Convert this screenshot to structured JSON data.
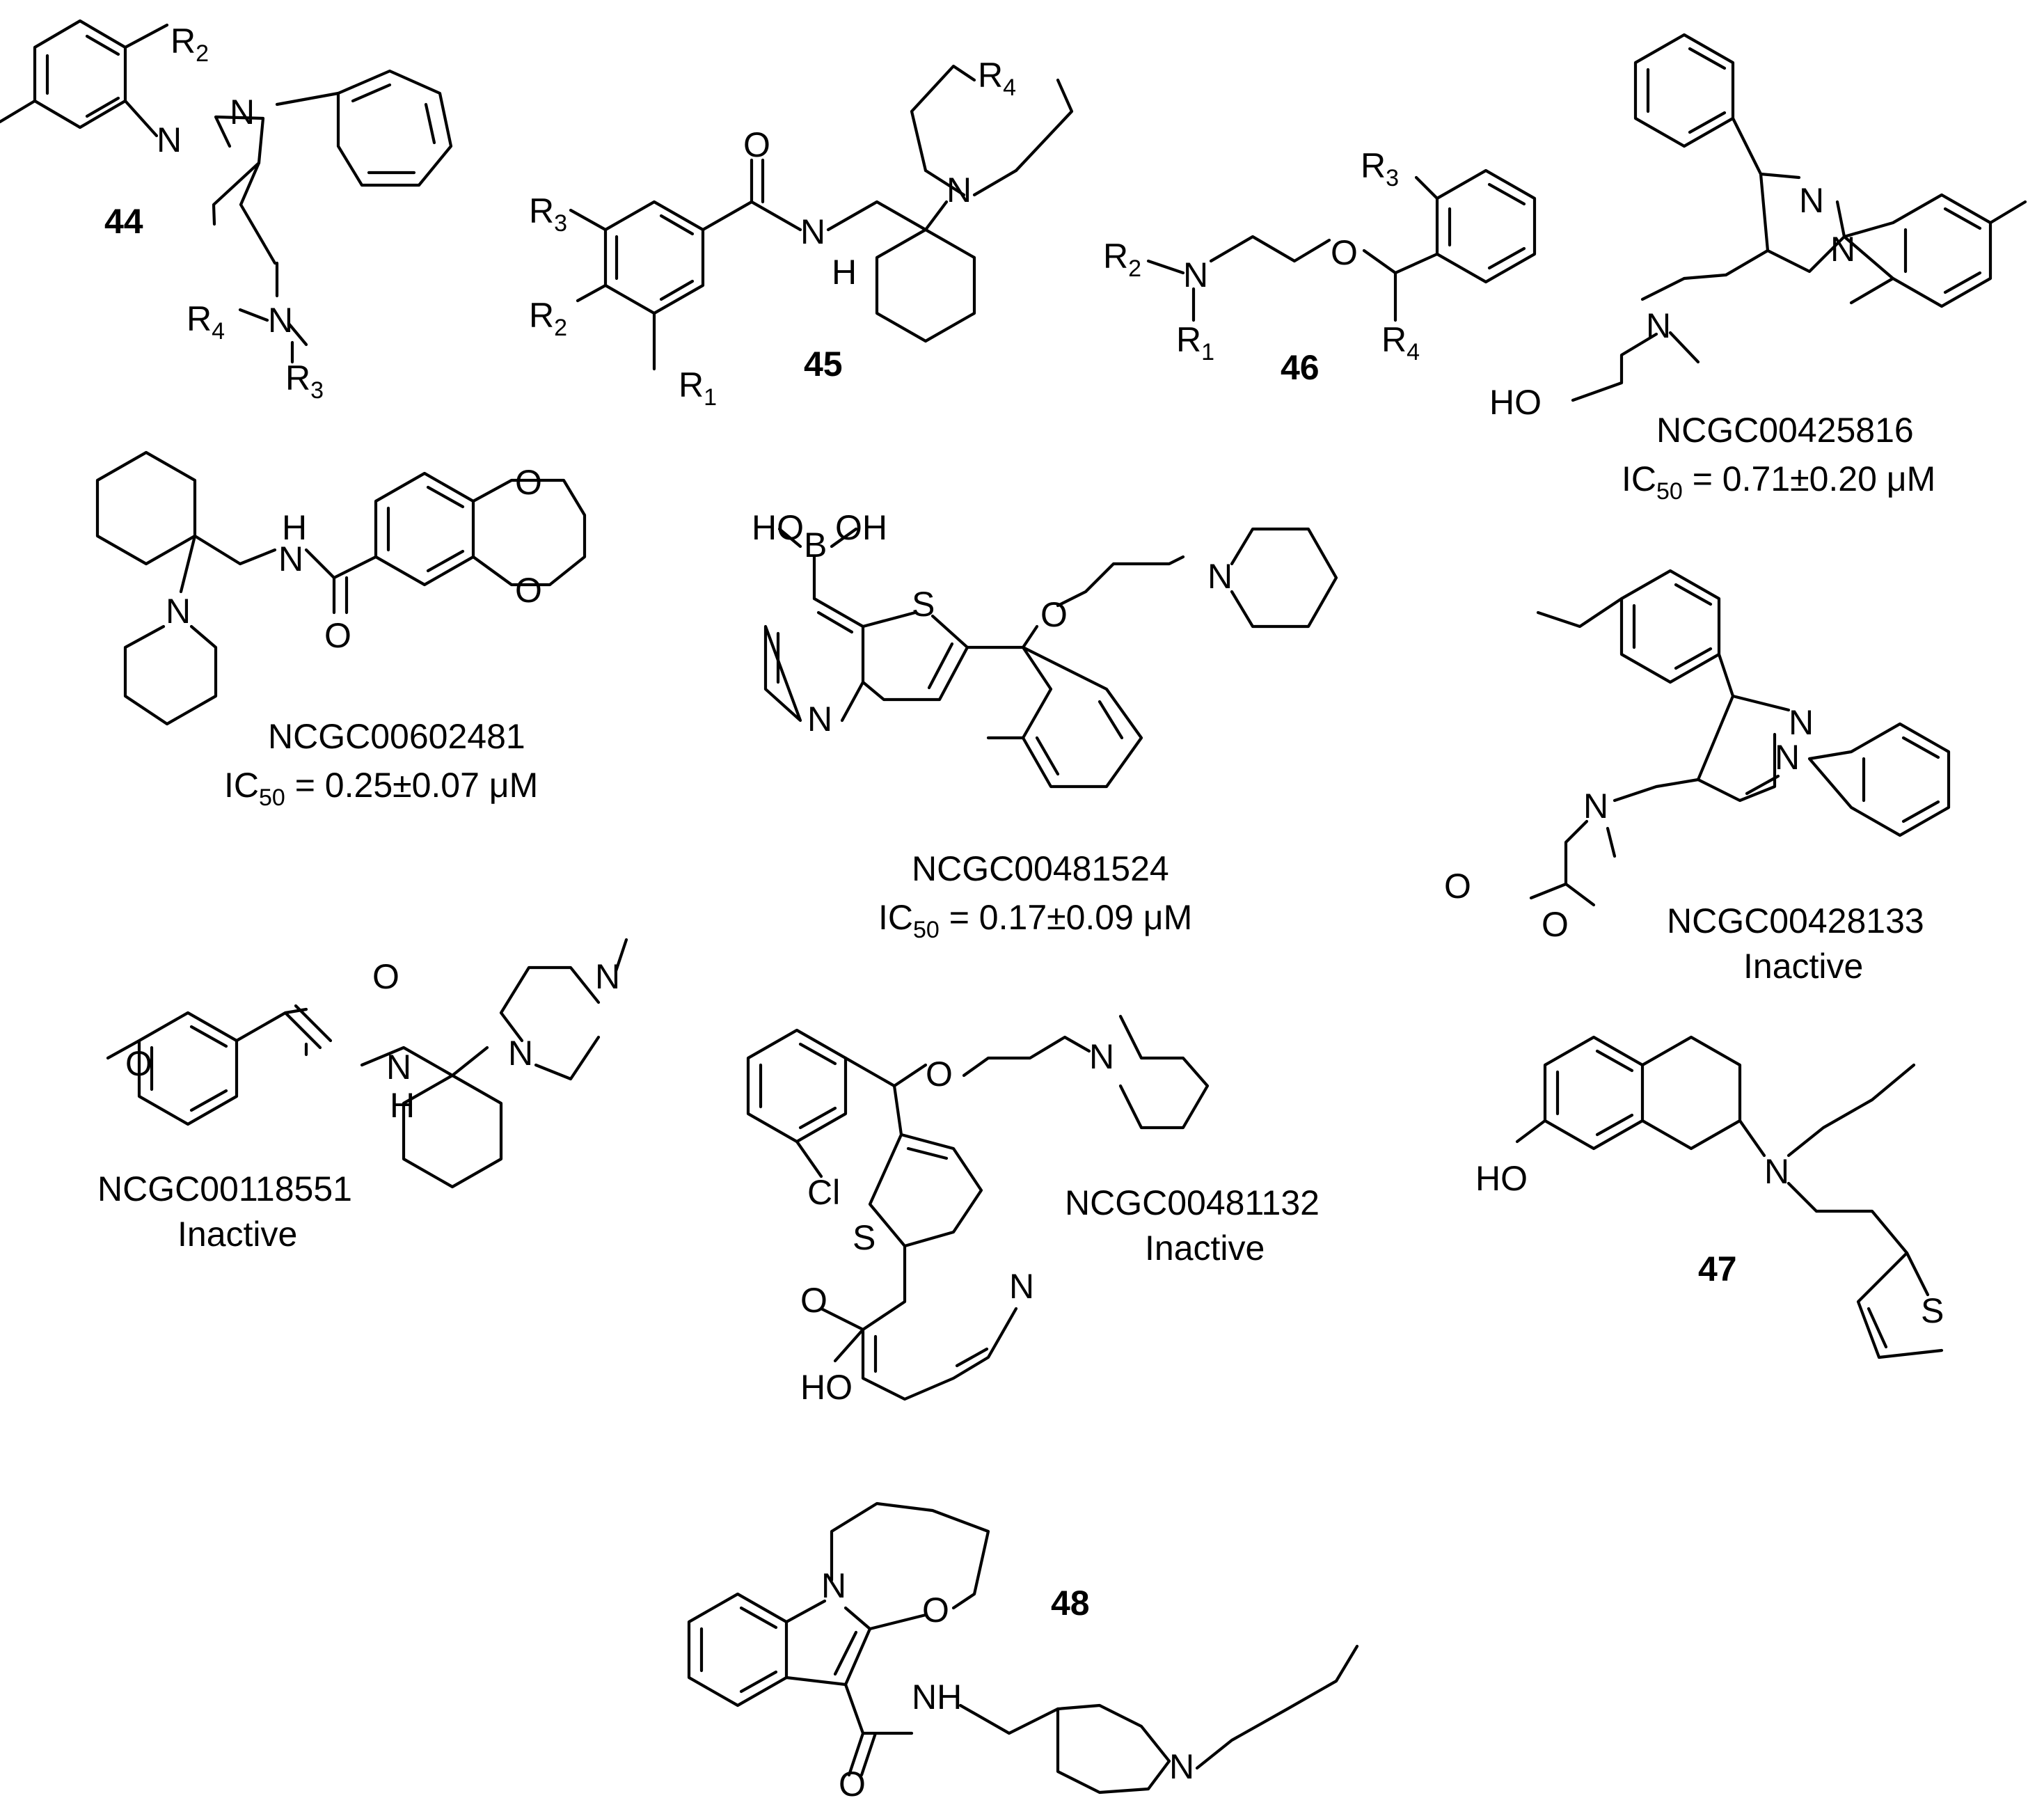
{
  "figure": {
    "compounds": [
      {
        "id": "c44",
        "label": "44"
      },
      {
        "id": "c45",
        "label": "45"
      },
      {
        "id": "c46",
        "label": "46"
      },
      {
        "id": "c425816",
        "name": "NCGC00425816",
        "activity_prefix": "IC",
        "activity_sub": "50",
        "activity_value": " = 0.71±0.20 μM"
      },
      {
        "id": "c602481",
        "name": "NCGC00602481",
        "activity_prefix": "IC",
        "activity_sub": "50",
        "activity_value": " = 0.25±0.07 μM"
      },
      {
        "id": "c481524",
        "name": "NCGC00481524",
        "activity_prefix": "IC",
        "activity_sub": "50",
        "activity_value": " = 0.17±0.09 μM"
      },
      {
        "id": "c428133",
        "name": "NCGC00428133",
        "activity": "Inactive"
      },
      {
        "id": "c118551",
        "name": "NCGC00118551",
        "activity": "Inactive"
      },
      {
        "id": "c481132",
        "name": "NCGC00481132",
        "activity": "Inactive"
      },
      {
        "id": "c47",
        "label": "47"
      },
      {
        "id": "c48",
        "label": "48"
      }
    ],
    "atoms": {
      "N": "N",
      "O": "O",
      "S": "S",
      "B": "B",
      "Cl": "Cl",
      "H": "H",
      "NH": "NH",
      "HO": "HO",
      "OH": "OH",
      "R": "R",
      "sub1": "1",
      "sub2": "2",
      "sub3": "3",
      "sub4": "4"
    }
  }
}
